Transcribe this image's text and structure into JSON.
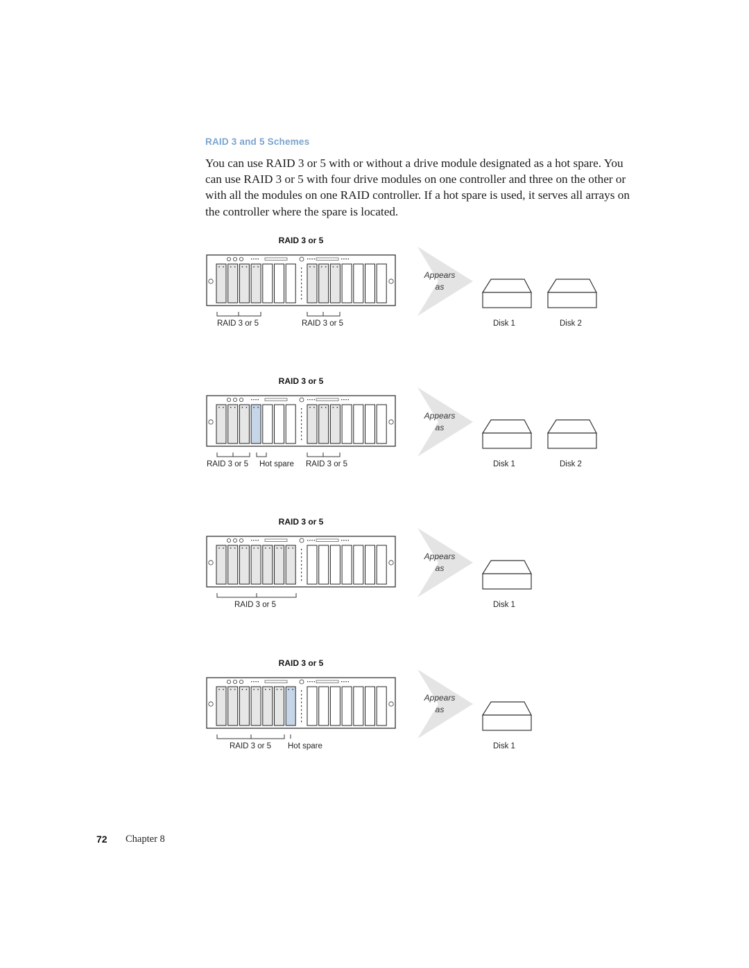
{
  "section_heading": "RAID 3 and 5 Schemes",
  "paragraph": "You can use RAID 3 or 5 with or without a drive module designated as a hot spare. You can use RAID 3 or 5 with four drive modules on one controller and three on the other or with all the modules on one RAID controller. If a hot spare is used, it serves all arrays on the controller where the spare is located.",
  "figures": [
    {
      "title": "RAID 3 or 5",
      "bay_labels": [
        "RAID 3 or 5",
        "RAID 3 or 5"
      ],
      "appears": "Appears",
      "as": "as",
      "disks": [
        "Disk 1",
        "Disk 2"
      ]
    },
    {
      "title": "RAID 3 or 5",
      "bay_labels": [
        "RAID 3 or 5",
        "Hot spare",
        "RAID 3 or 5"
      ],
      "appears": "Appears",
      "as": "as",
      "disks": [
        "Disk 1",
        "Disk 2"
      ]
    },
    {
      "title": "RAID 3 or 5",
      "bay_labels": [
        "RAID 3 or 5"
      ],
      "appears": "Appears",
      "as": "as",
      "disks": [
        "Disk 1"
      ]
    },
    {
      "title": "RAID 3 or 5",
      "bay_labels": [
        "RAID 3 or 5",
        "Hot spare"
      ],
      "appears": "Appears",
      "as": "as",
      "disks": [
        "Disk 1"
      ]
    }
  ],
  "footer": {
    "page_number": "72",
    "chapter": "Chapter  8"
  },
  "colors": {
    "heading": "#7aa3cf",
    "module_used": "#e6e6e6",
    "hot_spare": "#c6d6e8",
    "arrow": "#e2e2e2"
  }
}
